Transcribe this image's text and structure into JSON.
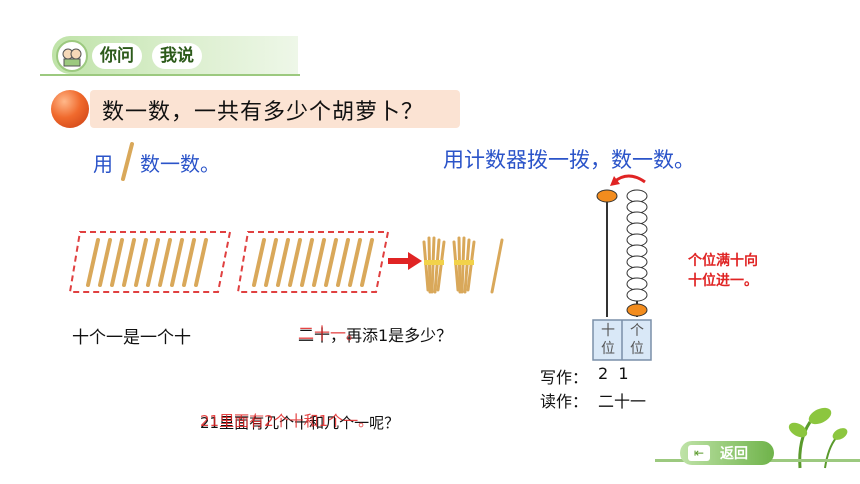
{
  "header": {
    "tab1": "你问",
    "tab2": "我说"
  },
  "question": "数一数，一共有多少个胡萝卜？",
  "left_instruction": {
    "prefix": "用",
    "suffix": "数一数。"
  },
  "right_instruction": "用计数器拨一拨，数一数。",
  "caption_left": "十个一是一个十",
  "caption_middle_black": "二十，再添1是多少？",
  "caption_middle_red": "二十一。",
  "counter": {
    "tens_label": [
      "十",
      "位"
    ],
    "ones_label": [
      "个",
      "位"
    ],
    "note_line1": "个位满十向",
    "note_line2": "十位进一。",
    "written_label": "写作：",
    "written_value": "2  1",
    "read_label": "读作：",
    "read_value": "二十一"
  },
  "bottom_question_black": "21里面有几个十和几个一呢？",
  "bottom_question_red": "21里面有2个十和1个一。",
  "back_button": "返回",
  "colors": {
    "accent_green": "#9cc97f",
    "question_bg": "#fbe3d3",
    "blue_text": "#2b54c9",
    "red_text": "#e02424"
  }
}
